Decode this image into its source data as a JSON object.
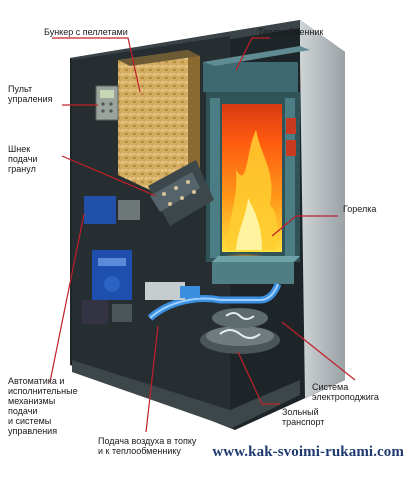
{
  "labels": {
    "hopper": "Бункер с пеллетами",
    "heat_exchanger": "Теплообменник",
    "control_panel": "Пульт\nупраления",
    "auger": "Шнек\nподачи\nгранул",
    "burner": "Горелка",
    "automation": "Автоматика и\nисполнительные\nмеханизмы\nподачи\nи системы\nуправления",
    "ignition": "Система\nэлектроподжига",
    "ash": "Зольный\nтранспорт",
    "air_supply": "Подача воздуха в топку\nи к теплообменнику"
  },
  "website": "www.kak-svoimi-rukami.com",
  "colors": {
    "leader_line": "#c0202a",
    "flame": "#ff7a10",
    "pellets": "#d9b66a",
    "air_duct": "#3b8fe0",
    "casing": "#2b3336",
    "website": "#1f3a70"
  }
}
